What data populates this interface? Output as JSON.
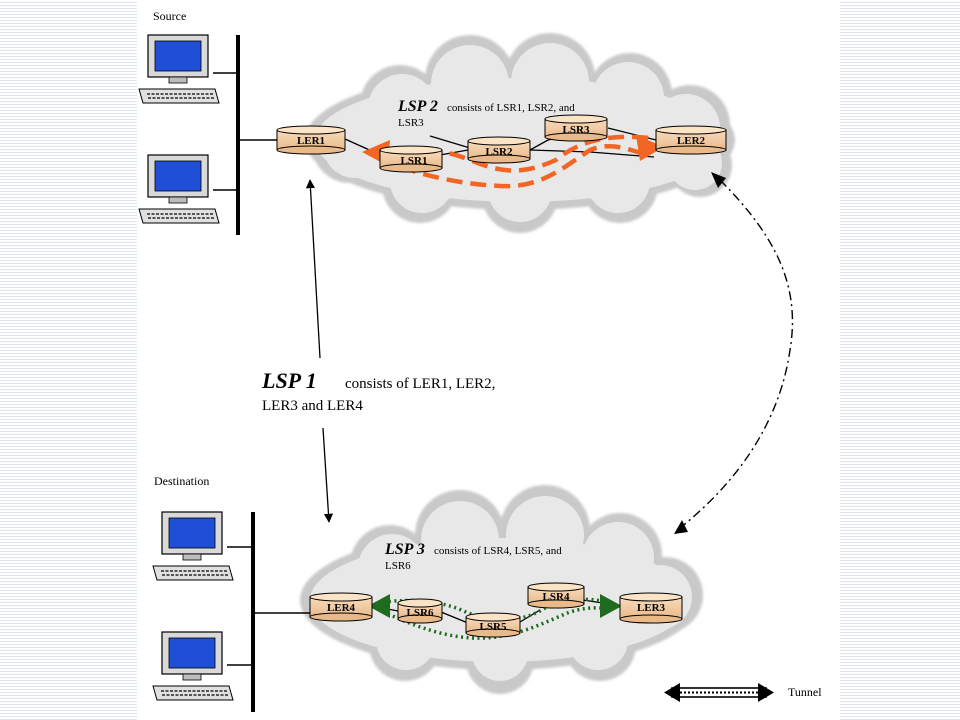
{
  "labels": {
    "source": "Source",
    "destination": "Destination",
    "tunnel": "Tunnel"
  },
  "lsp1": {
    "title": "LSP 1",
    "line1": "consists of LER1, LER2,",
    "line2": "LER3 and LER4"
  },
  "lsp2": {
    "title": "LSP 2",
    "line1": "consists of LSR1, LSR2, and",
    "line2": "LSR3"
  },
  "lsp3": {
    "title": "LSP 3",
    "line1": "consists of LSR4, LSR5, and",
    "line2": "LSR6"
  },
  "nodes": {
    "ler1": "LER1",
    "ler2": "LER2",
    "ler3": "LER3",
    "ler4": "LER4",
    "lsr1": "LSR1",
    "lsr2": "LSR2",
    "lsr3": "LSR3",
    "lsr4": "LSR4",
    "lsr5": "LSR5",
    "lsr6": "LSR6"
  },
  "colors": {
    "router_fill": "#f4cfa6",
    "cloud": "#e6e6e6",
    "lsp2_arrow": "#f26522",
    "lsp3_arrow": "#1f6b1f",
    "monitor_screen": "#1e4fd6"
  }
}
